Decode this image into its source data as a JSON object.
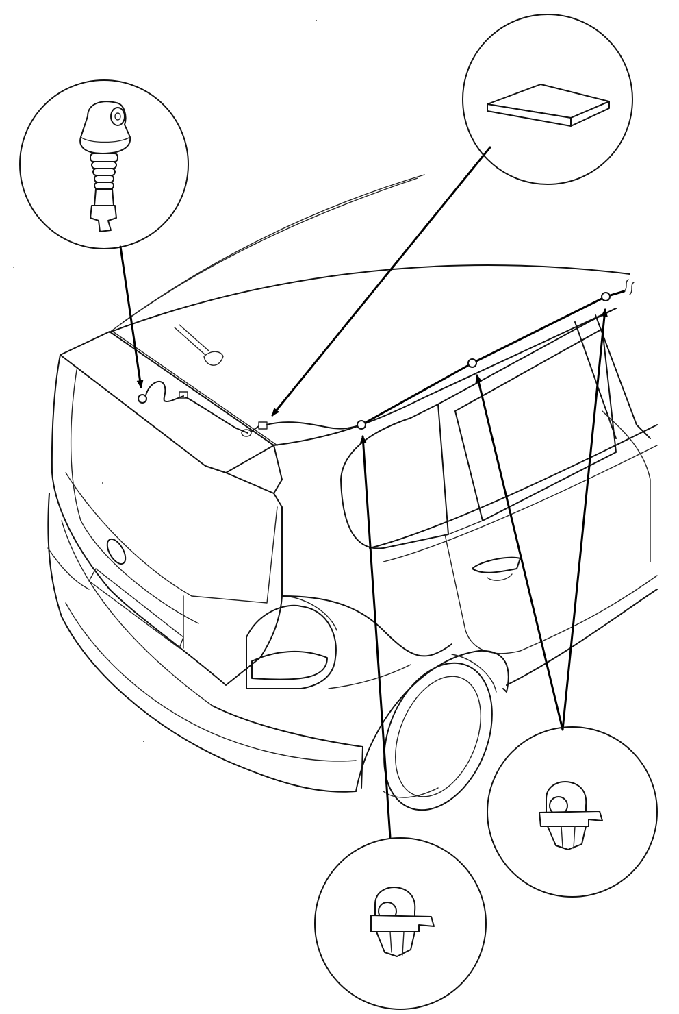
{
  "diagram": {
    "callouts": [
      {
        "id": "washer-nozzle",
        "icon": "washer-nozzle-icon"
      },
      {
        "id": "foam-pad",
        "icon": "foam-pad-icon"
      },
      {
        "id": "hose-clip-rear",
        "icon": "hose-clip-icon"
      },
      {
        "id": "hose-clip-front",
        "icon": "hose-clip-icon"
      }
    ],
    "colors": {
      "line": "#111111",
      "background": "#ffffff"
    }
  }
}
